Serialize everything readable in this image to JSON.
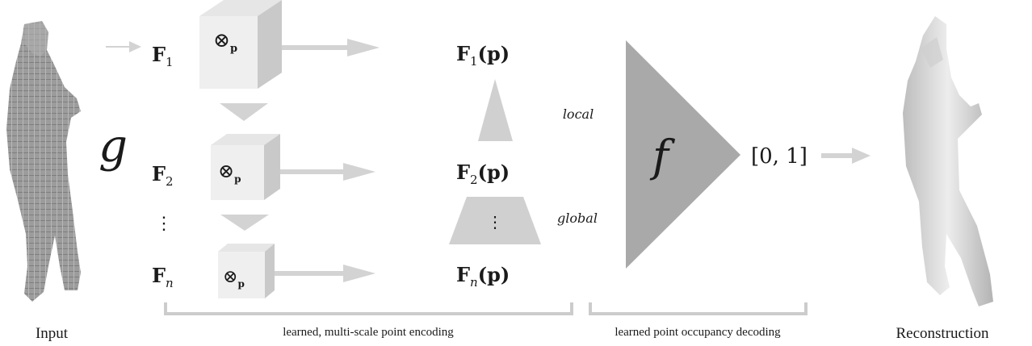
{
  "input_label": "Input",
  "reconstruction_label": "Reconstruction",
  "encoder_symbol": "g",
  "features": [
    {
      "name": "F",
      "sub": "1"
    },
    {
      "name": "F",
      "sub": "2"
    },
    {
      "name": "F",
      "sub": "n"
    }
  ],
  "ellipsis": "⋮",
  "op_symbol": "⊗",
  "op_sub": "p",
  "sampled": [
    {
      "name": "F",
      "sub": "1",
      "arg": "(p)"
    },
    {
      "name": "F",
      "sub": "2",
      "arg": "(p)"
    },
    {
      "name": "F",
      "sub": "n",
      "arg": "(p)"
    }
  ],
  "local_label": "local",
  "global_label": "global",
  "decoder_symbol": "f",
  "output_range": "[0, 1]",
  "encoding_caption": "learned, multi-scale point encoding",
  "decoding_caption": "learned point occupancy decoding",
  "colors": {
    "arrow": "#d3d3d3",
    "cube_front": "#efefef",
    "cube_top": "#e6e6e6",
    "cube_side": "#c9c9c9",
    "triangle": "#a9a9a9",
    "pyramid": "#d0d0d0",
    "voxel": "#9a9a9a",
    "mesh": "#d6d6d6",
    "bracket": "#cccccc"
  }
}
